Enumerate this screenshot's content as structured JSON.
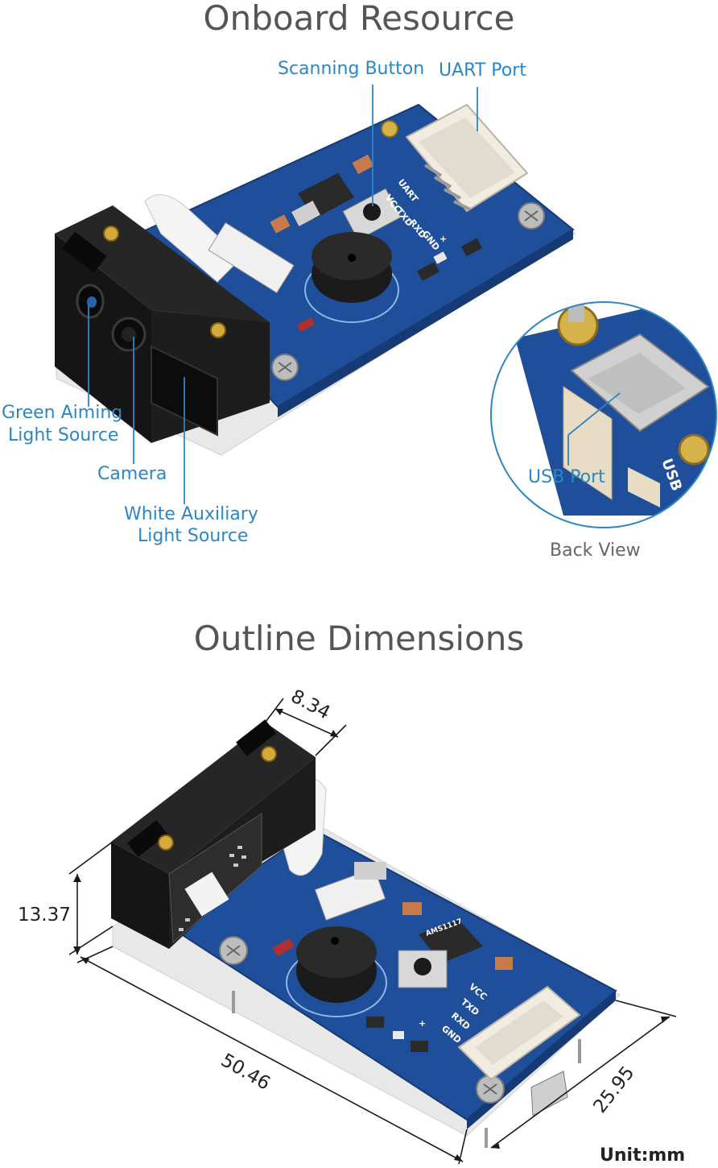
{
  "sections": {
    "resource_title": "Onboard Resource",
    "dimensions_title": "Outline Dimensions"
  },
  "labels": {
    "scanning_button": "Scanning Button",
    "uart_port": "UART Port",
    "green_aiming_line1": "Green Aiming",
    "green_aiming_line2": "Light Source",
    "camera": "Camera",
    "white_aux_line1": "White Auxiliary",
    "white_aux_line2": "Light Source",
    "usb_port": "USB Port",
    "back_view": "Back View"
  },
  "silkscreen": {
    "uart": "UART",
    "vcc": "VCC",
    "txd": "TXD",
    "rxd": "RXD",
    "gnd": "GND",
    "plus": "+",
    "usb": "USB",
    "ams": "AMS1117"
  },
  "dimensions": {
    "depth": "8.34",
    "height": "13.37",
    "length": "50.46",
    "width": "25.95",
    "unit": "Unit:mm"
  },
  "colors": {
    "pcb": "#1f4e9a",
    "pcb_dark": "#173c78",
    "label_blue": "#2d86c4",
    "housing": "#1c1c1c",
    "connector": "#f1ece2"
  }
}
